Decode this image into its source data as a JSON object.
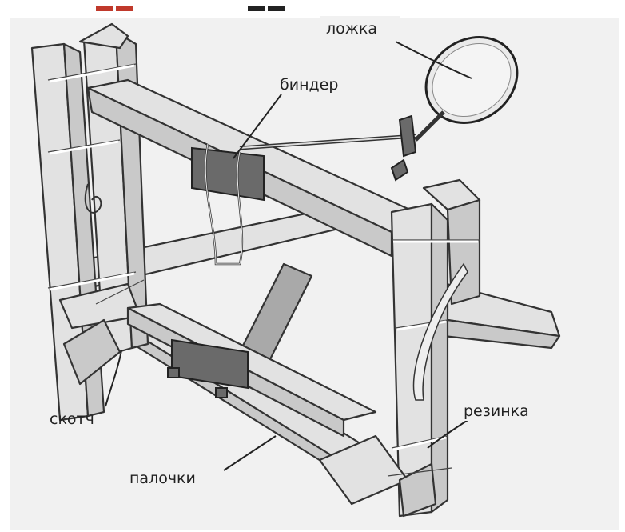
{
  "diagram": {
    "labels": {
      "spoon": "ложка",
      "binder": "биндер",
      "tape": "скотч",
      "rubber_band": "резинка",
      "sticks": "палочки"
    }
  }
}
